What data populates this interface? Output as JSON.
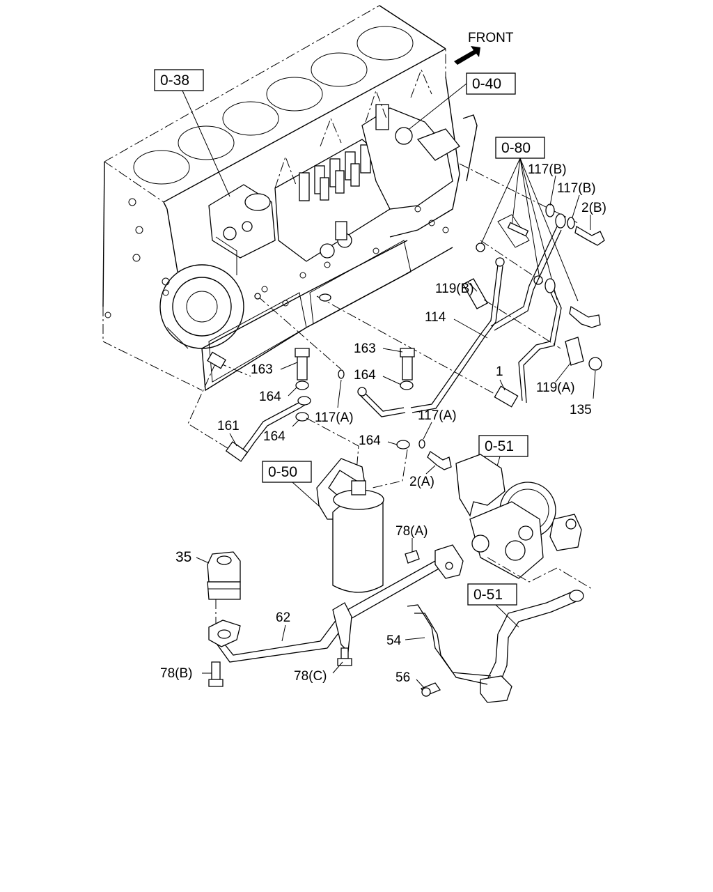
{
  "direction_label": "FRONT",
  "refs": {
    "r038": "0-38",
    "r040": "0-40",
    "r080": "0-80",
    "r050": "0-50",
    "r051a": "0-51",
    "r051b": "0-51"
  },
  "parts": {
    "p117b_1": "117(B)",
    "p117b_2": "117(B)",
    "p2b": "2(B)",
    "p119b": "119(B)",
    "p114": "114",
    "p163_1": "163",
    "p163_2": "163",
    "p164_1": "164",
    "p164_2": "164",
    "p164_3": "164",
    "p164_4": "164",
    "p1": "1",
    "p119a": "119(A)",
    "p135": "135",
    "p117a_1": "117(A)",
    "p117a_2": "117(A)",
    "p161": "161",
    "p2a": "2(A)",
    "p78a": "78(A)",
    "p35": "35",
    "p62": "62",
    "p54": "54",
    "p56": "56",
    "p78b": "78(B)",
    "p78c": "78(C)"
  }
}
